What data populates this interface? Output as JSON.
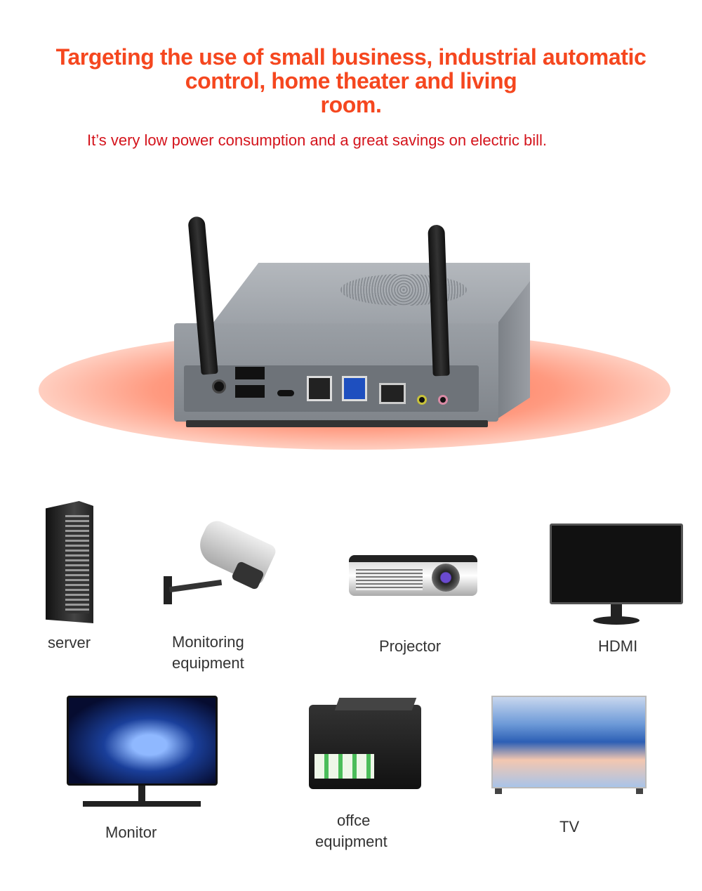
{
  "headline": {
    "line1": "Targeting the use of small business, industrial automatic",
    "line2": "control, home theater and living",
    "line3": "room."
  },
  "subtitle": "It’s very low power consumption and a great savings on electric bill.",
  "colors": {
    "headline": "#f5471f",
    "subtitle": "#d4141c",
    "glow": "#ff7a5c",
    "device_body": "#8e9298"
  },
  "product": {
    "name": "mini-pc-with-antennas"
  },
  "applications": [
    {
      "label": "server",
      "icon": "server-rack"
    },
    {
      "label": "Monitoring equipment",
      "line1": "Monitoring",
      "line2": "equipment",
      "icon": "security-camera"
    },
    {
      "label": "Projector",
      "icon": "projector"
    },
    {
      "label": "HDMI",
      "icon": "monitor"
    },
    {
      "label": "Monitor",
      "icon": "curved-monitor"
    },
    {
      "label": "offce equipment",
      "line1": "offce",
      "line2": "equipment",
      "icon": "printer"
    },
    {
      "label": "TV",
      "icon": "tv"
    }
  ]
}
